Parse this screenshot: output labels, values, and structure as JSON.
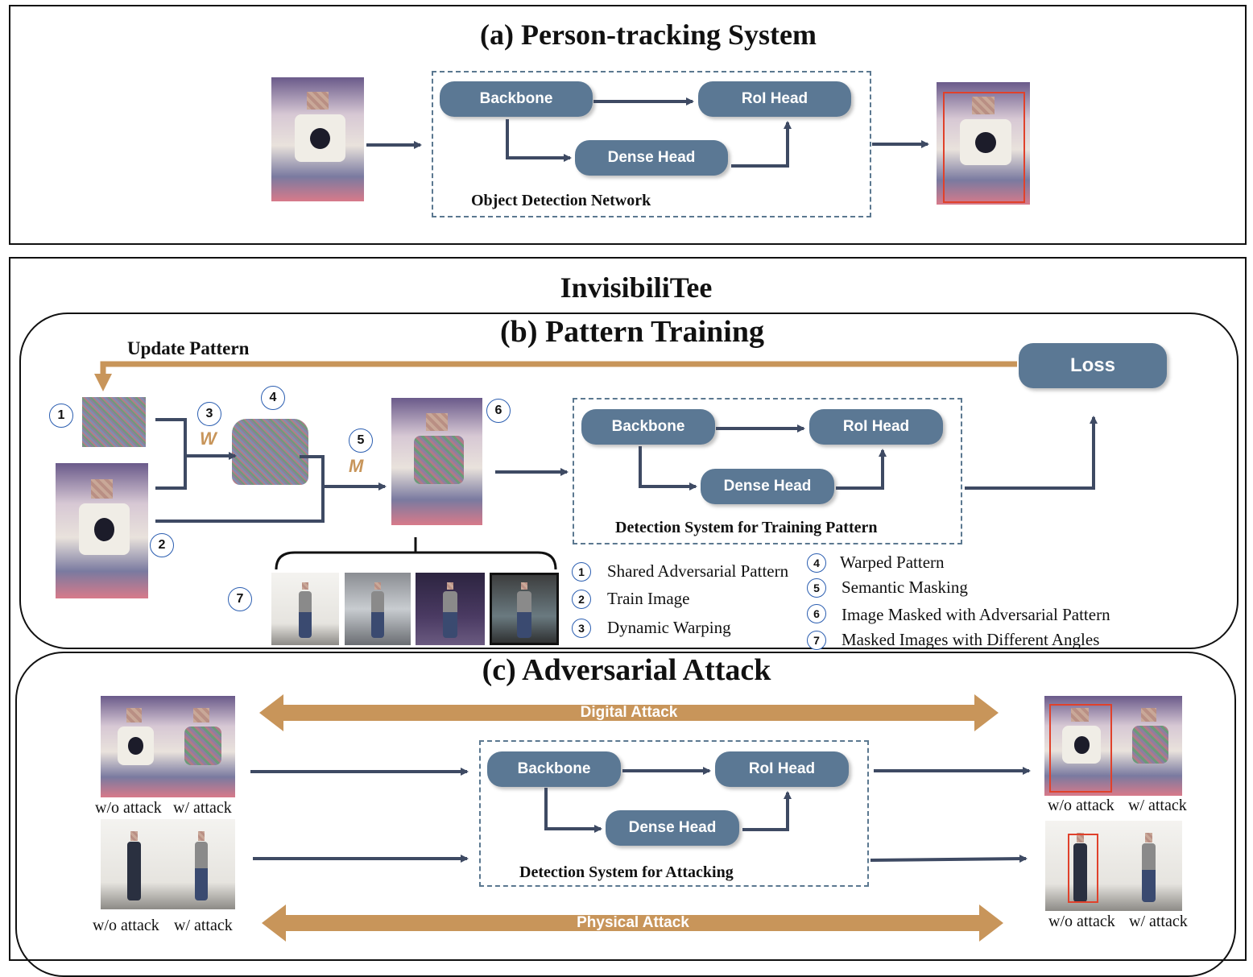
{
  "panel_a": {
    "title": "(a) Person-tracking System",
    "network_label": "Object Detection Network",
    "backbone": "Backbone",
    "roi_head": "RoI Head",
    "dense_head": "Dense Head"
  },
  "invisibilitee_title": "InvisibiliTee",
  "panel_b": {
    "title": "(b)  Pattern Training",
    "update_pattern": "Update Pattern",
    "loss": "Loss",
    "warp_symbol": "W",
    "mask_symbol": "M",
    "system_label": "Detection System for Training Pattern",
    "backbone": "Backbone",
    "roi_head": "RoI Head",
    "dense_head": "Dense Head",
    "numbers": [
      "1",
      "2",
      "3",
      "4",
      "5",
      "6",
      "7"
    ],
    "legend": [
      {
        "num": "1",
        "text": "Shared Adversarial Pattern"
      },
      {
        "num": "2",
        "text": "Train Image"
      },
      {
        "num": "3",
        "text": "Dynamic Warping"
      },
      {
        "num": "4",
        "text": "Warped Pattern"
      },
      {
        "num": "5",
        "text": "Semantic Masking"
      },
      {
        "num": "6",
        "text": "Image Masked with Adversarial Pattern"
      },
      {
        "num": "7",
        "text": "Masked Images with Different Angles"
      }
    ]
  },
  "panel_c": {
    "title": "(c)  Adversarial Attack",
    "digital_attack": "Digital Attack",
    "physical_attack": "Physical Attack",
    "system_label": "Detection System for Attacking",
    "backbone": "Backbone",
    "roi_head": "RoI Head",
    "dense_head": "Dense Head",
    "wo_attack": "w/o attack",
    "w_attack": "w/ attack"
  },
  "colors": {
    "node": "#5b7894",
    "arrow": "#3e4a63",
    "gold_arrow": "#c8955a",
    "detection_box": "#e0412b"
  }
}
